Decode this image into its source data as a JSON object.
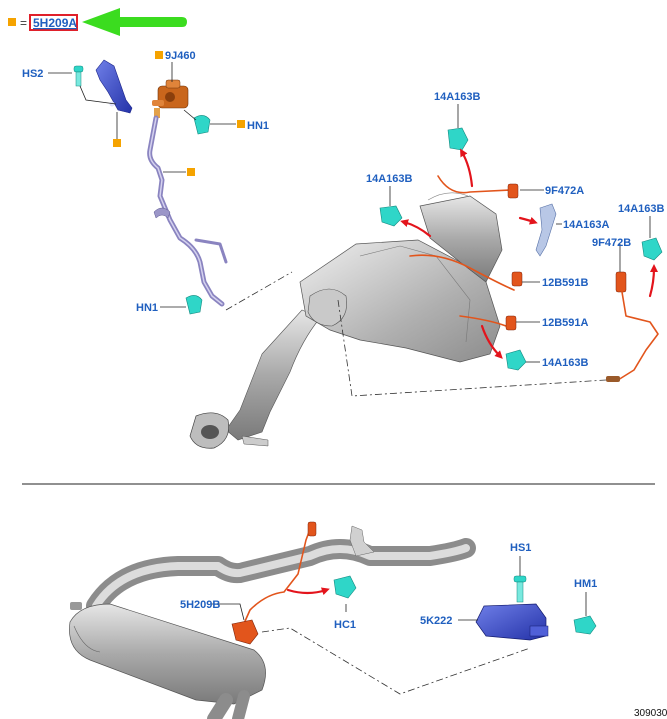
{
  "legend": {
    "code": "5H209A",
    "equals": "=",
    "marker_color": "#f5a300",
    "highlight_color": "#e0202a",
    "arrow_color": "#3bdc1f"
  },
  "labels": {
    "hs2": "HS2",
    "p9j460": "9J460",
    "hn1_top": "HN1",
    "hn1_bottom": "HN1",
    "p14a163b_top": "14A163B",
    "p14a163b_left": "14A163B",
    "p9f472a": "9F472A",
    "p14a163a": "14A163A",
    "p14a163b_right": "14A163B",
    "p9f472b": "9F472B",
    "p12b591b": "12B591B",
    "p12b591a": "12B591A",
    "p14a163b_lower": "14A163B",
    "hs1": "HS1",
    "hm1": "HM1",
    "p5h209b": "5H209B",
    "hc1": "HC1",
    "p5k222": "5K222"
  },
  "figure_number": "309030",
  "colors": {
    "callout_text": "#1f5fbf",
    "clip_cyan": "#2fd6c8",
    "sensor_orange": "#e2551c",
    "motion_arrow": "#e3141c",
    "bracket_blue": "#4a5fd6",
    "module_blue": "#2f3fc9",
    "valve_orange": "#c9661c",
    "tube_purple": "#8a84c0",
    "metal_gray": "#b7b7b7"
  },
  "icons": [
    "green-arrow-icon",
    "orange-square-marker-icon",
    "red-motion-arrow-icon"
  ]
}
